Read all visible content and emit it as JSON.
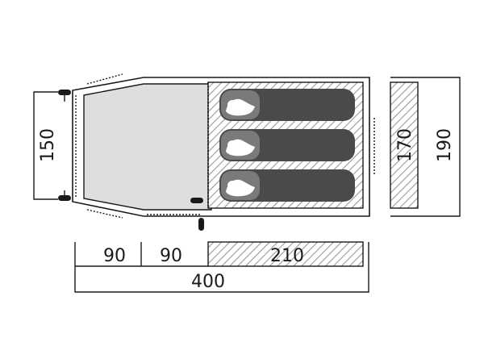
{
  "dimensions": {
    "vestibule_height": "150",
    "inner_height": "170",
    "outer_height": "190",
    "vestibule_depth_1": "90",
    "vestibule_depth_2": "90",
    "inner_length": "210",
    "total_length": "400"
  },
  "colors": {
    "line": "#1a1a1a",
    "vestibule_fill": "#dedede",
    "sleeping_bag": "#4a4a4a",
    "hatch": "#9a9a9a",
    "background": "#ffffff"
  },
  "sleeping_bag_count": 3,
  "icons": {
    "peg": "tent-peg-icon",
    "sleeping_bag": "sleeping-bag-icon",
    "person": "person-silhouette-icon"
  }
}
